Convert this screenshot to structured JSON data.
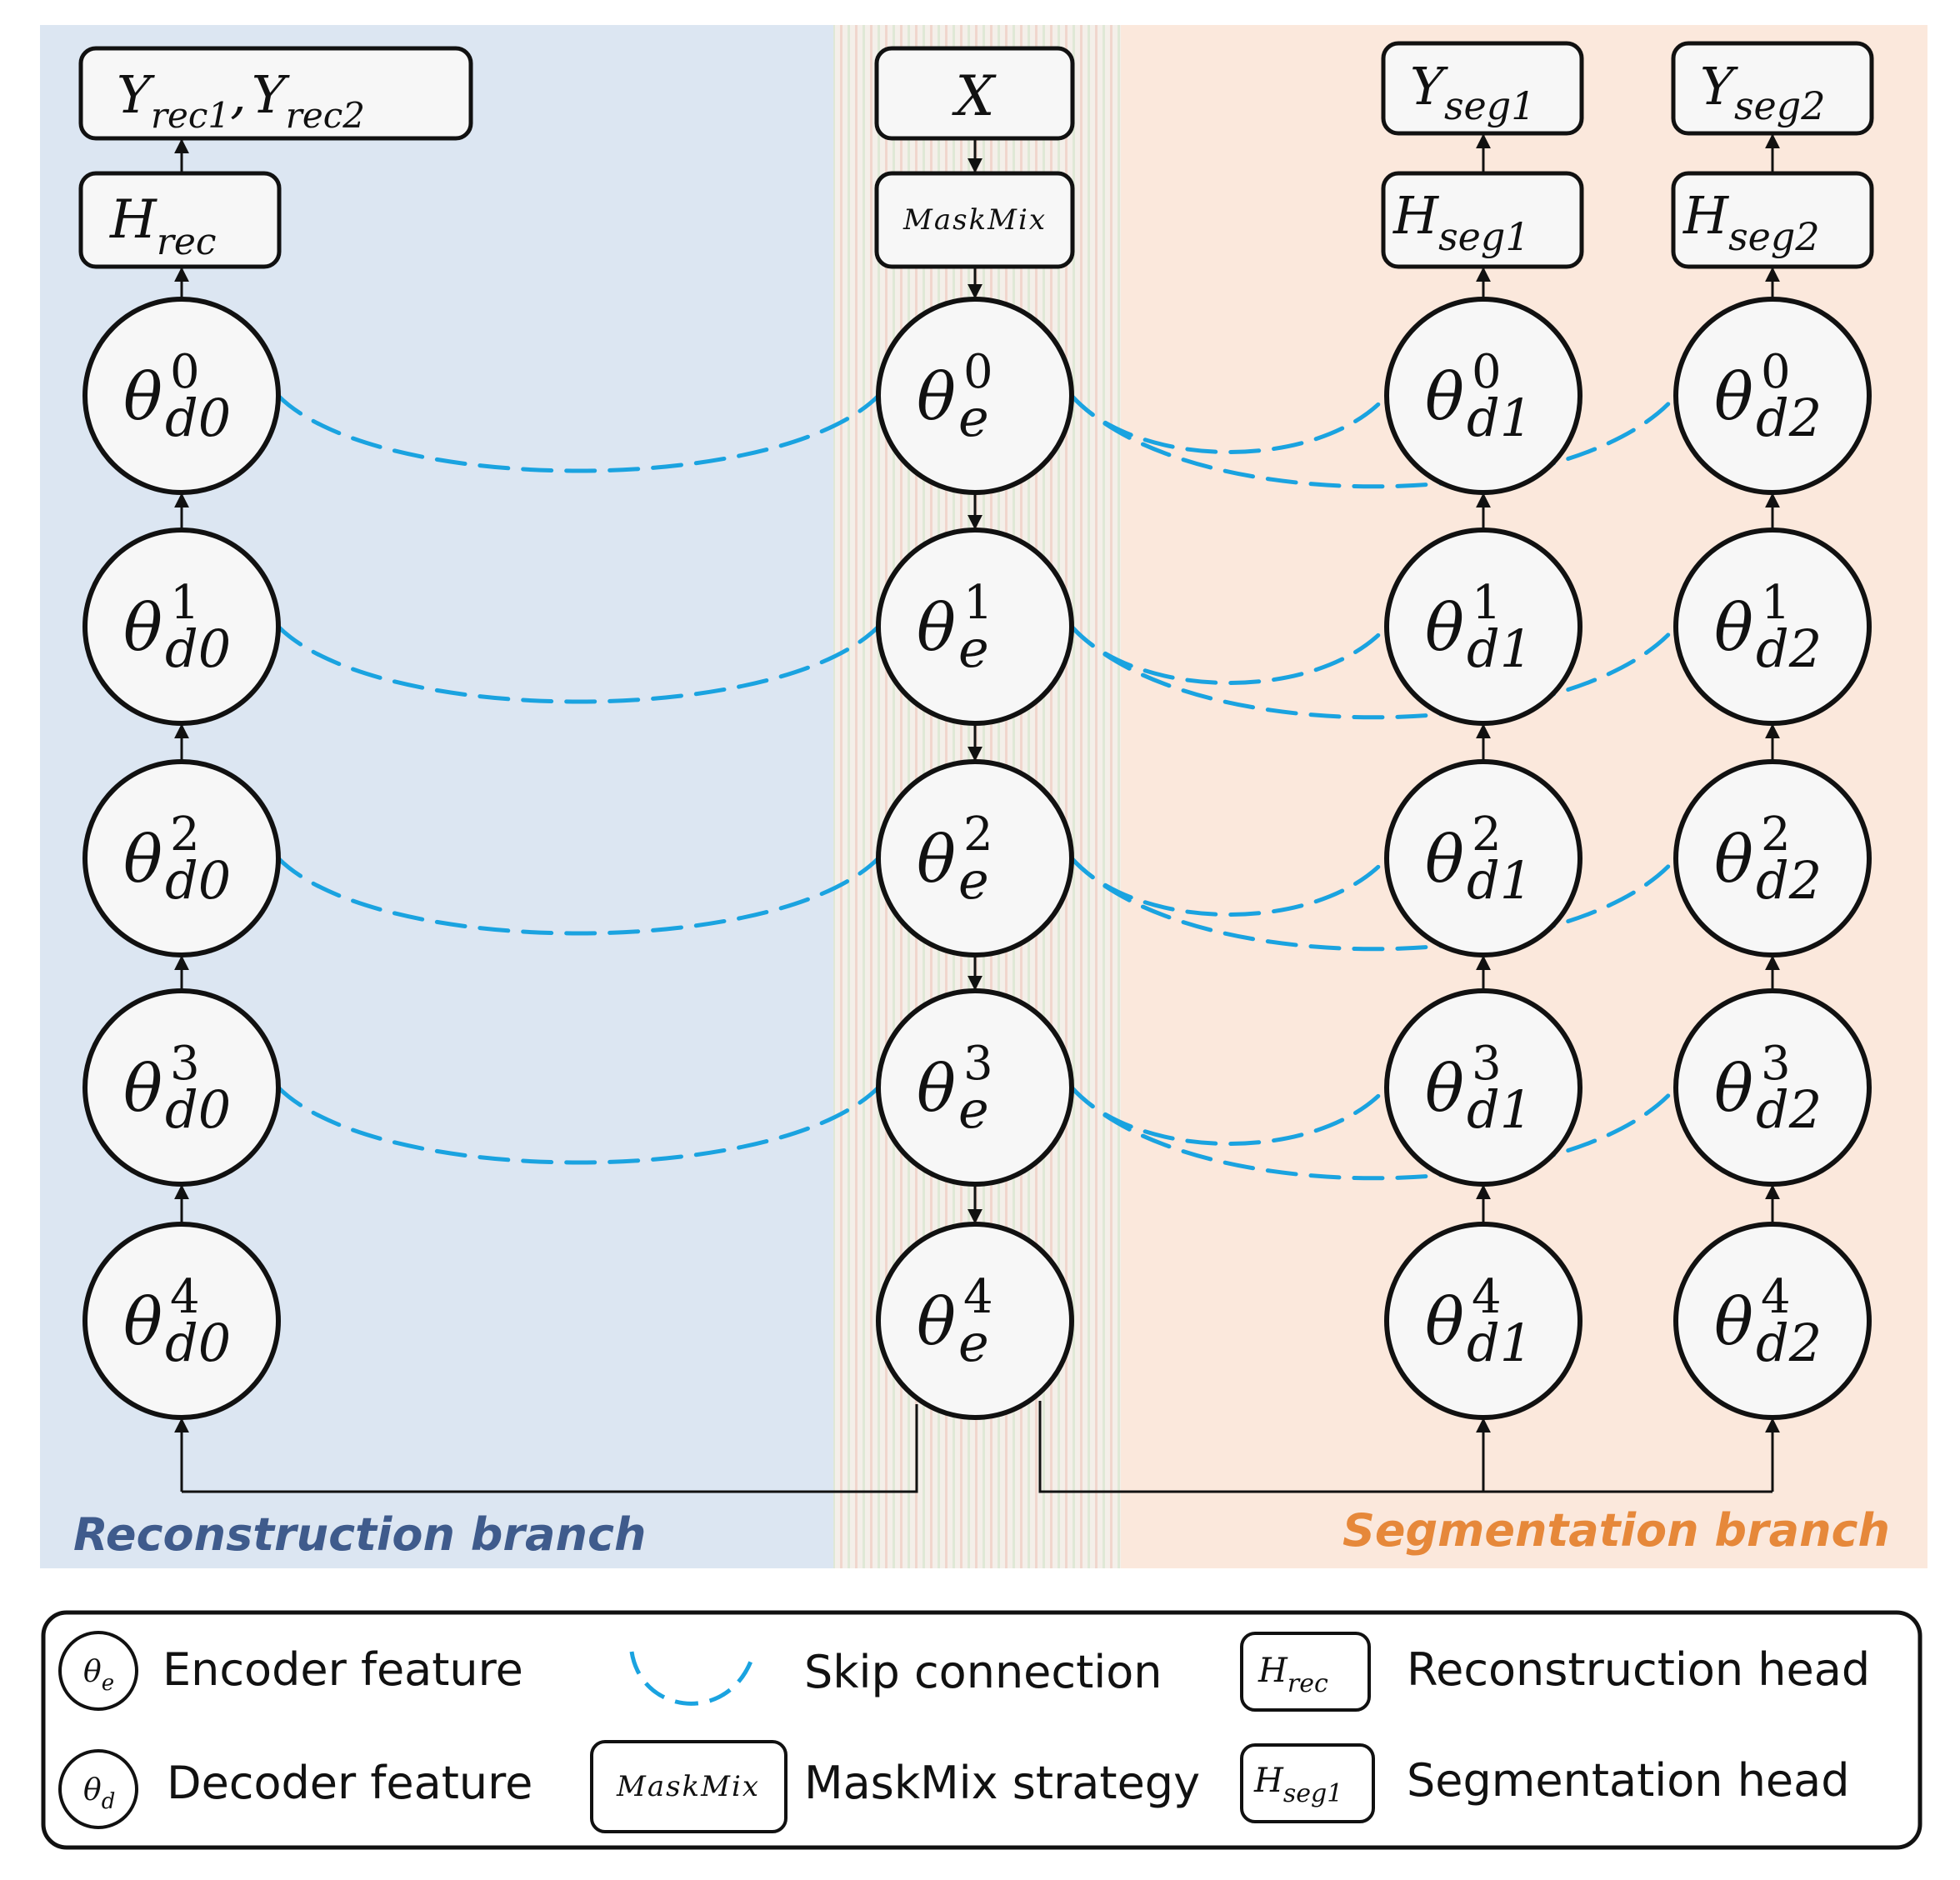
{
  "branches": {
    "reconstruction": {
      "label": "Reconstruction branch",
      "color": "#3f5b8c",
      "bg": "#dce6f2"
    },
    "segmentation": {
      "label": "Segmentation branch",
      "color": "#e6883a",
      "bg": "#fbe8dc"
    },
    "shared_bg": "#f4efe9"
  },
  "encoder": {
    "input": {
      "base": "X",
      "sub": ""
    },
    "maskmix": "MaskMix",
    "nodes": [
      {
        "base": "θ",
        "sup": "0",
        "sub": "e"
      },
      {
        "base": "θ",
        "sup": "1",
        "sub": "e"
      },
      {
        "base": "θ",
        "sup": "2",
        "sub": "e"
      },
      {
        "base": "θ",
        "sup": "3",
        "sub": "e"
      },
      {
        "base": "θ",
        "sup": "4",
        "sub": "e"
      }
    ]
  },
  "rec_decoder": {
    "output": {
      "base1": "Y",
      "sub1": "rec1",
      "sep": ",",
      "base2": "Y",
      "sub2": "rec2"
    },
    "head": {
      "base": "H",
      "sub": "rec"
    },
    "nodes": [
      {
        "base": "θ",
        "sup": "0",
        "sub": "d0"
      },
      {
        "base": "θ",
        "sup": "1",
        "sub": "d0"
      },
      {
        "base": "θ",
        "sup": "2",
        "sub": "d0"
      },
      {
        "base": "θ",
        "sup": "3",
        "sub": "d0"
      },
      {
        "base": "θ",
        "sup": "4",
        "sub": "d0"
      }
    ]
  },
  "seg_decoder1": {
    "output": {
      "base": "Y",
      "sub": "seg1"
    },
    "head": {
      "base": "H",
      "sub": "seg1"
    },
    "nodes": [
      {
        "base": "θ",
        "sup": "0",
        "sub": "d1"
      },
      {
        "base": "θ",
        "sup": "1",
        "sub": "d1"
      },
      {
        "base": "θ",
        "sup": "2",
        "sub": "d1"
      },
      {
        "base": "θ",
        "sup": "3",
        "sub": "d1"
      },
      {
        "base": "θ",
        "sup": "4",
        "sub": "d1"
      }
    ]
  },
  "seg_decoder2": {
    "output": {
      "base": "Y",
      "sub": "seg2"
    },
    "head": {
      "base": "H",
      "sub": "seg2"
    },
    "nodes": [
      {
        "base": "θ",
        "sup": "0",
        "sub": "d2"
      },
      {
        "base": "θ",
        "sup": "1",
        "sub": "d2"
      },
      {
        "base": "θ",
        "sup": "2",
        "sub": "d2"
      },
      {
        "base": "θ",
        "sup": "3",
        "sub": "d2"
      },
      {
        "base": "θ",
        "sup": "4",
        "sub": "d2"
      }
    ]
  },
  "colors": {
    "skip": "#1aa3e0",
    "line": "#111111",
    "node_fill": "#f7f7f7"
  },
  "legend": {
    "encoder_symbol": {
      "base": "θ",
      "sub": "e"
    },
    "encoder_label": "Encoder feature",
    "decoder_symbol": {
      "base": "θ",
      "sub": "d"
    },
    "decoder_label": "Decoder feature",
    "skip_label": "Skip connection",
    "maskmix_symbol": "MaskMix",
    "maskmix_label": "MaskMix strategy",
    "rec_head_symbol": {
      "base": "H",
      "sub": "rec"
    },
    "rec_head_label": "Reconstruction head",
    "seg_head_symbol": {
      "base": "H",
      "sub": "seg1"
    },
    "seg_head_label": "Segmentation head"
  }
}
